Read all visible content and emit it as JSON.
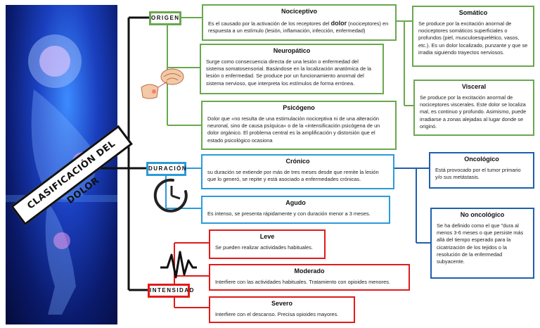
{
  "title": "CLASIFICACIÓN DEL DOLOR",
  "categories": {
    "origen": "ORIGEN",
    "duracion": "DURACIÓN",
    "intensidad": "INTENSIDAD"
  },
  "boxes": {
    "nociceptivo": {
      "title": "Nociceptivo",
      "pre": "Es el causado por la activación de los receptores del ",
      "bold": "dolor",
      "post": " (nociceptores) en respuesta a un estímulo (lesión, inflamación, infección, enfermedad)"
    },
    "neuropatico": {
      "title": "Neuropático",
      "desc": "Surge como consecuencia directa de una lesión o enfermedad del sistema somatosensorial. Basándose en la localización anatómica de la lesión o enfermedad. Se produce por un funcionamiento anormal del sistema nervioso, que interpreta los estímulos de forma errónea."
    },
    "psicogeno": {
      "title": "Psicógeno",
      "desc": "Dolor que «no resulta de una estimulación nociceptiva ni de una alteración neuronal, sino de causa psíquica» o de la «intensificación psicógena de un dolor orgánico. El problema central es la amplificación y distorsión que el estado psicológico ocasiona"
    },
    "somatico": {
      "title": "Somático",
      "desc": "Se produce por la excitación anormal de nociceptores somáticos superficiales o profundos (piel, musculoesquelético, vasos, etc.). Es un dolor localizado, punzante y que se irradia siguiendo trayectos nerviosos."
    },
    "visceral": {
      "title": "Visceral",
      "desc": "Se produce por la excitación anormal de nociceptores viscerales. Este dolor se localiza mal, es continuo y profundo. Asimismo, puede irradiarse a zonas alejadas al lugar donde se originó."
    },
    "cronico": {
      "title": "Crónico",
      "desc": "su duración se extiende por más de tres meses desde que remite la lesión que lo generó, se repite y está asociado a enfermedades crónicas."
    },
    "agudo": {
      "title": "Agudo",
      "desc": "Es intenso, se presenta rápidamente y con duración menor a 3 meses."
    },
    "oncologico": {
      "title": "Oncológico",
      "desc": "Está provocado por el tumor primario y/o sus metástasis."
    },
    "no_oncologico": {
      "title": "No oncológico",
      "desc": "Se ha definido como el que \"dura al menos 3-6 meses o que persiste más allá del tiempo esperado para la cicatrización de los tejidos o la resolución de la enfermedad subyacente."
    },
    "leve": {
      "title": "Leve",
      "desc": "Se pueden realizar actividades habituales."
    },
    "moderado": {
      "title": "Moderado",
      "desc": "Interfiere con las actividades habituales. Tratamiento con opioides menores."
    },
    "severo": {
      "title": "Severo",
      "desc": "Interfiere con el descanso. Precisa opioides mayores."
    }
  },
  "colors": {
    "origen": "#6aa84f",
    "duracion": "#2b9bd9",
    "intensidad": "#e21b1b",
    "duracion_sub": "#1f5fae"
  }
}
